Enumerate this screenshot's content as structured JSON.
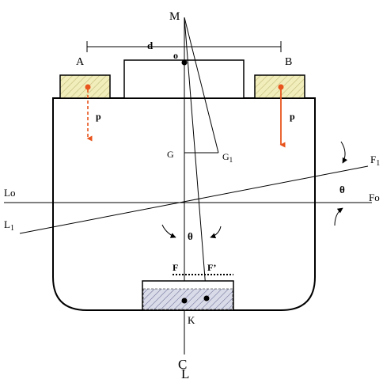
{
  "labels": {
    "M": "M",
    "d": "d",
    "o": "o",
    "A": "A",
    "B": "B",
    "p_left": "p",
    "p_right": "p",
    "G": "G",
    "G1_main": "G",
    "G1_sub": "1",
    "Lo": "Lo",
    "Fo": "Fo",
    "F1_main": "F",
    "F1_sub": "1",
    "L1_main": "L",
    "L1_sub": "1",
    "theta_right": "θ",
    "theta_center": "θ",
    "F": "F",
    "F_prime": "F’",
    "K": "K",
    "CL_C": "C",
    "CL_L": "L"
  },
  "colors": {
    "line": "#000000",
    "weight_fill": "#f2eebc",
    "weight_hatch": "#c9c283",
    "arrow_red": "#e8541c",
    "keel_fill": "#d9dbe8",
    "keel_hatch": "#5a5f8a"
  },
  "icons": {
    "rotation_arrow": "curved-arrow-icon",
    "dashed_force_arrow": "dashed-down-arrow-icon",
    "solid_force_arrow": "solid-down-arrow-icon"
  }
}
